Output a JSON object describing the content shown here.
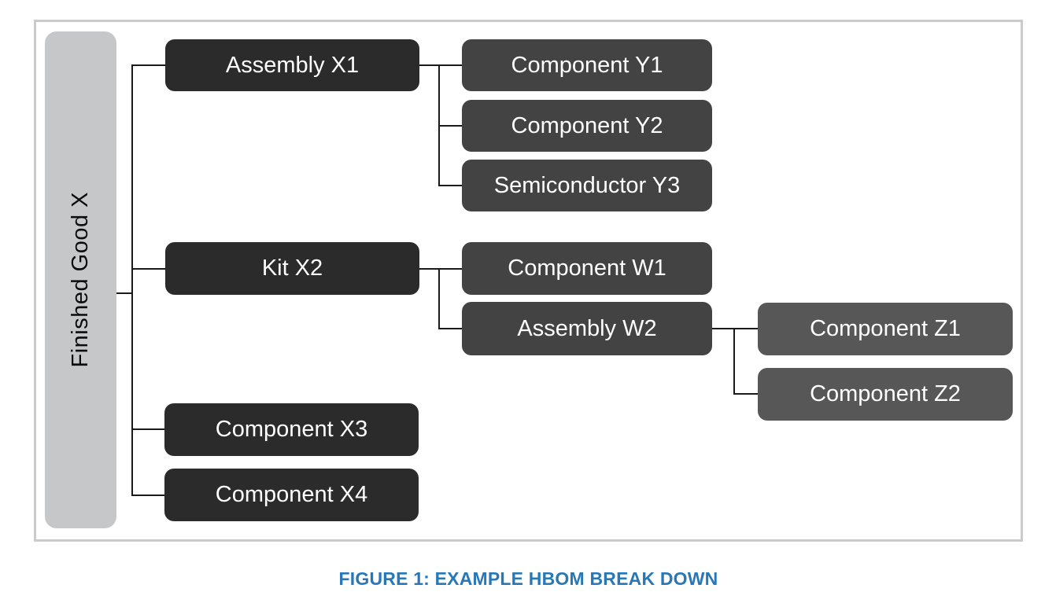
{
  "caption": {
    "text": "FIGURE 1: EXAMPLE HBOM BREAK DOWN"
  },
  "colors": {
    "level1_box": "#2b2b2b",
    "level2_box": "#434343",
    "level3_box": "#575757",
    "root_box": "#c6c7c9",
    "connector_line": "#1a1a1a",
    "frame_border": "#cacbcc",
    "box_text": "#ffffff",
    "root_text": "#0c0c0c",
    "caption_text": "#2878b8"
  },
  "nodes": {
    "root": {
      "label": "Finished Good X"
    },
    "assembly_x1": {
      "label": "Assembly X1"
    },
    "component_y1": {
      "label": "Component Y1"
    },
    "component_y2": {
      "label": "Component Y2"
    },
    "semiconductor_y3": {
      "label": "Semiconductor Y3"
    },
    "kit_x2": {
      "label": "Kit X2"
    },
    "component_w1": {
      "label": "Component W1"
    },
    "assembly_w2": {
      "label": "Assembly W2"
    },
    "component_z1": {
      "label": "Component Z1"
    },
    "component_z2": {
      "label": "Component Z2"
    },
    "component_x3": {
      "label": "Component X3"
    },
    "component_x4": {
      "label": "Component X4"
    }
  },
  "hierarchy": {
    "Finished Good X": {
      "Assembly X1": [
        "Component Y1",
        "Component Y2",
        "Semiconductor Y3"
      ],
      "Kit X2": {
        "Component W1": [],
        "Assembly W2": [
          "Component Z1",
          "Component Z2"
        ]
      },
      "Component X3": [],
      "Component X4": []
    }
  }
}
